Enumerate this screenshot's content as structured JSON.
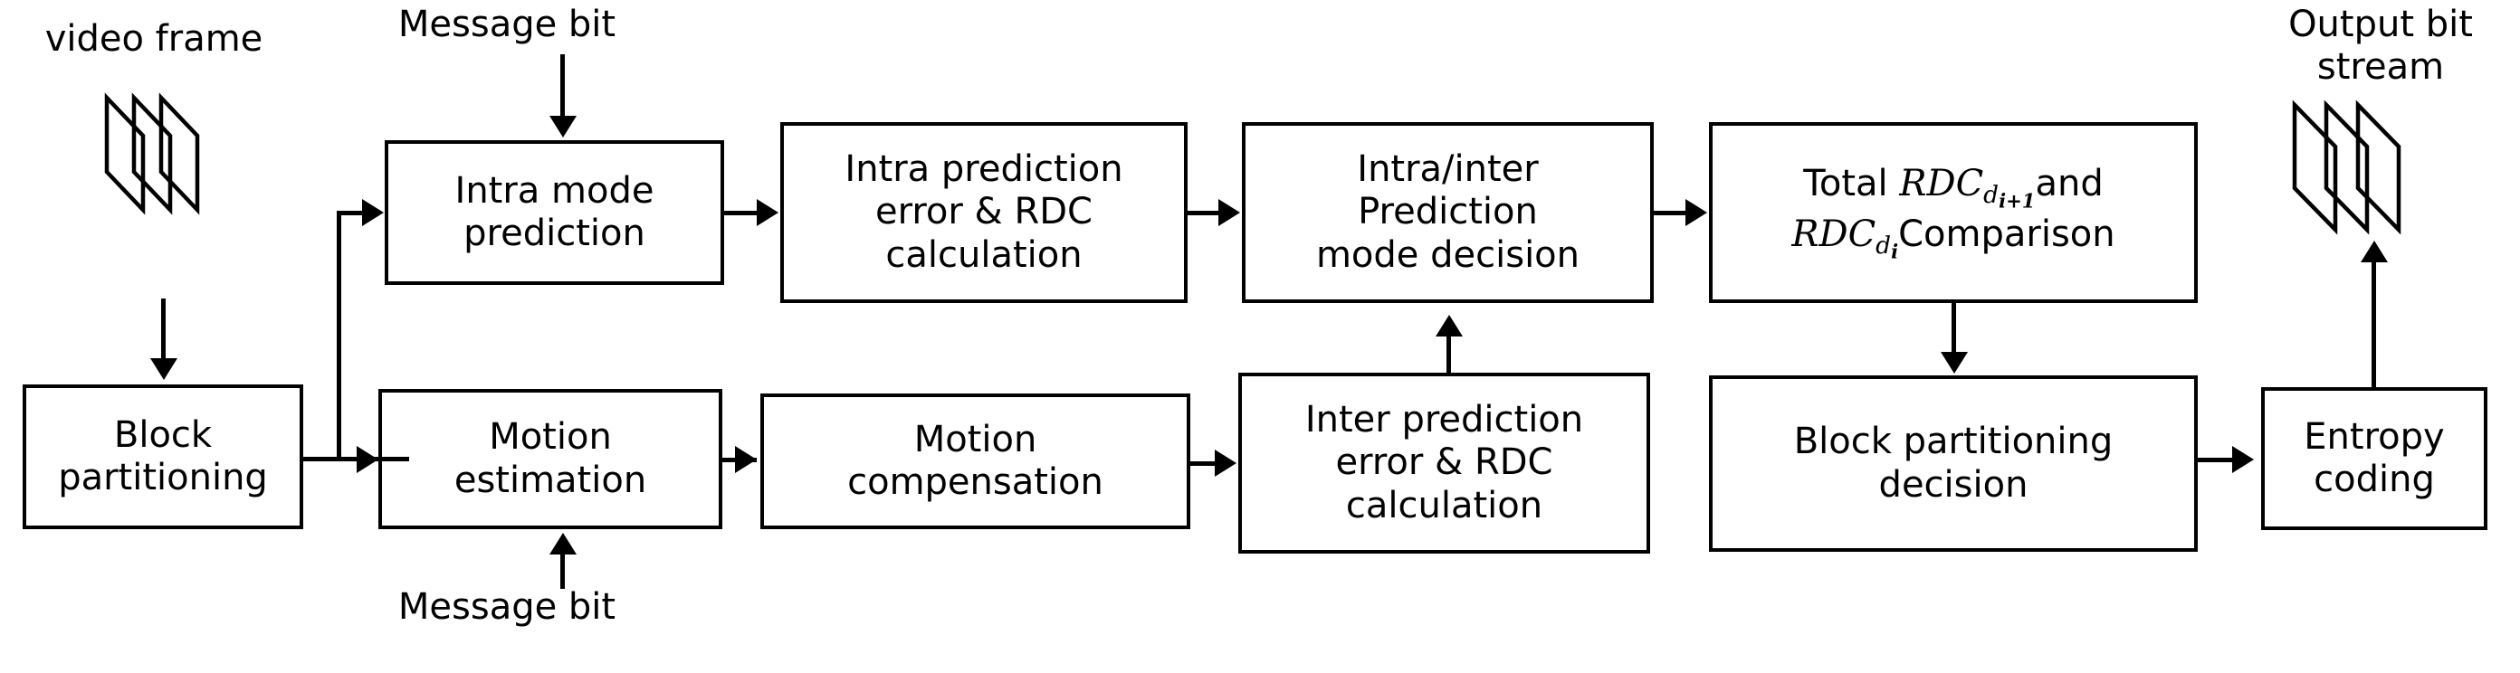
{
  "diagram": {
    "title": "Video coding block diagram with message bit embedding",
    "stroke_color": "#000000",
    "background_color": "#ffffff"
  },
  "labels": {
    "video_frame": "video frame",
    "message_bit_top": "Message bit",
    "message_bit_bottom": "Message bit",
    "output_bit_stream": "Output bit\nstream"
  },
  "icons": {
    "video_frame_stack": "video-frame-stack-icon",
    "output_stream_stack": "output-bitstream-stack-icon"
  },
  "boxes": {
    "block_partitioning": "Block\npartitioning",
    "intra_mode_prediction": "Intra mode\nprediction",
    "intra_prediction_error_rdc": "Intra prediction\nerror & RDC\ncalculation",
    "intra_inter_mode_decision": "Intra/inter\nPrediction\nmode decision",
    "motion_estimation": "Motion\nestimation",
    "motion_compensation": "Motion\ncompensation",
    "inter_prediction_error_rdc": "Inter prediction\nerror & RDC\ncalculation",
    "block_partitioning_decision": "Block partitioning\ndecision",
    "entropy_coding": "Entropy\ncoding",
    "rdc_comparison": {
      "line1_prefix": "Total ",
      "line1_symbol": "RDC",
      "line1_subscript": "d",
      "line1_subsubscript": "i+1",
      "line1_suffix": "and",
      "line2_symbol": "RDC",
      "line2_subscript": "d",
      "line2_subsubscript": "i",
      "line2_suffix": "Comparison",
      "plain_text": "Total RDC_{d_{i+1}} and RDC_{d_i} Comparison"
    }
  },
  "connections": [
    {
      "from": "video-frame-stack",
      "to": "block-partitioning",
      "direction": "down"
    },
    {
      "from": "block-partitioning",
      "to": "intra-mode-prediction",
      "direction": "right"
    },
    {
      "from": "block-partitioning",
      "to": "motion-estimation",
      "direction": "right"
    },
    {
      "from": "message-bit-top",
      "to": "intra-mode-prediction",
      "direction": "down"
    },
    {
      "from": "intra-mode-prediction",
      "to": "intra-prediction-error-rdc",
      "direction": "right"
    },
    {
      "from": "intra-prediction-error-rdc",
      "to": "intra-inter-mode-decision",
      "direction": "right"
    },
    {
      "from": "intra-inter-mode-decision",
      "to": "rdc-comparison",
      "direction": "right"
    },
    {
      "from": "rdc-comparison",
      "to": "block-partitioning-decision",
      "direction": "down"
    },
    {
      "from": "message-bit-bottom",
      "to": "motion-estimation",
      "direction": "up"
    },
    {
      "from": "motion-estimation",
      "to": "motion-compensation",
      "direction": "right"
    },
    {
      "from": "motion-compensation",
      "to": "inter-prediction-error-rdc",
      "direction": "right"
    },
    {
      "from": "inter-prediction-error-rdc",
      "to": "intra-inter-mode-decision",
      "direction": "up"
    },
    {
      "from": "block-partitioning-decision",
      "to": "entropy-coding",
      "direction": "right"
    },
    {
      "from": "entropy-coding",
      "to": "output-bitstream-stack",
      "direction": "up"
    }
  ]
}
